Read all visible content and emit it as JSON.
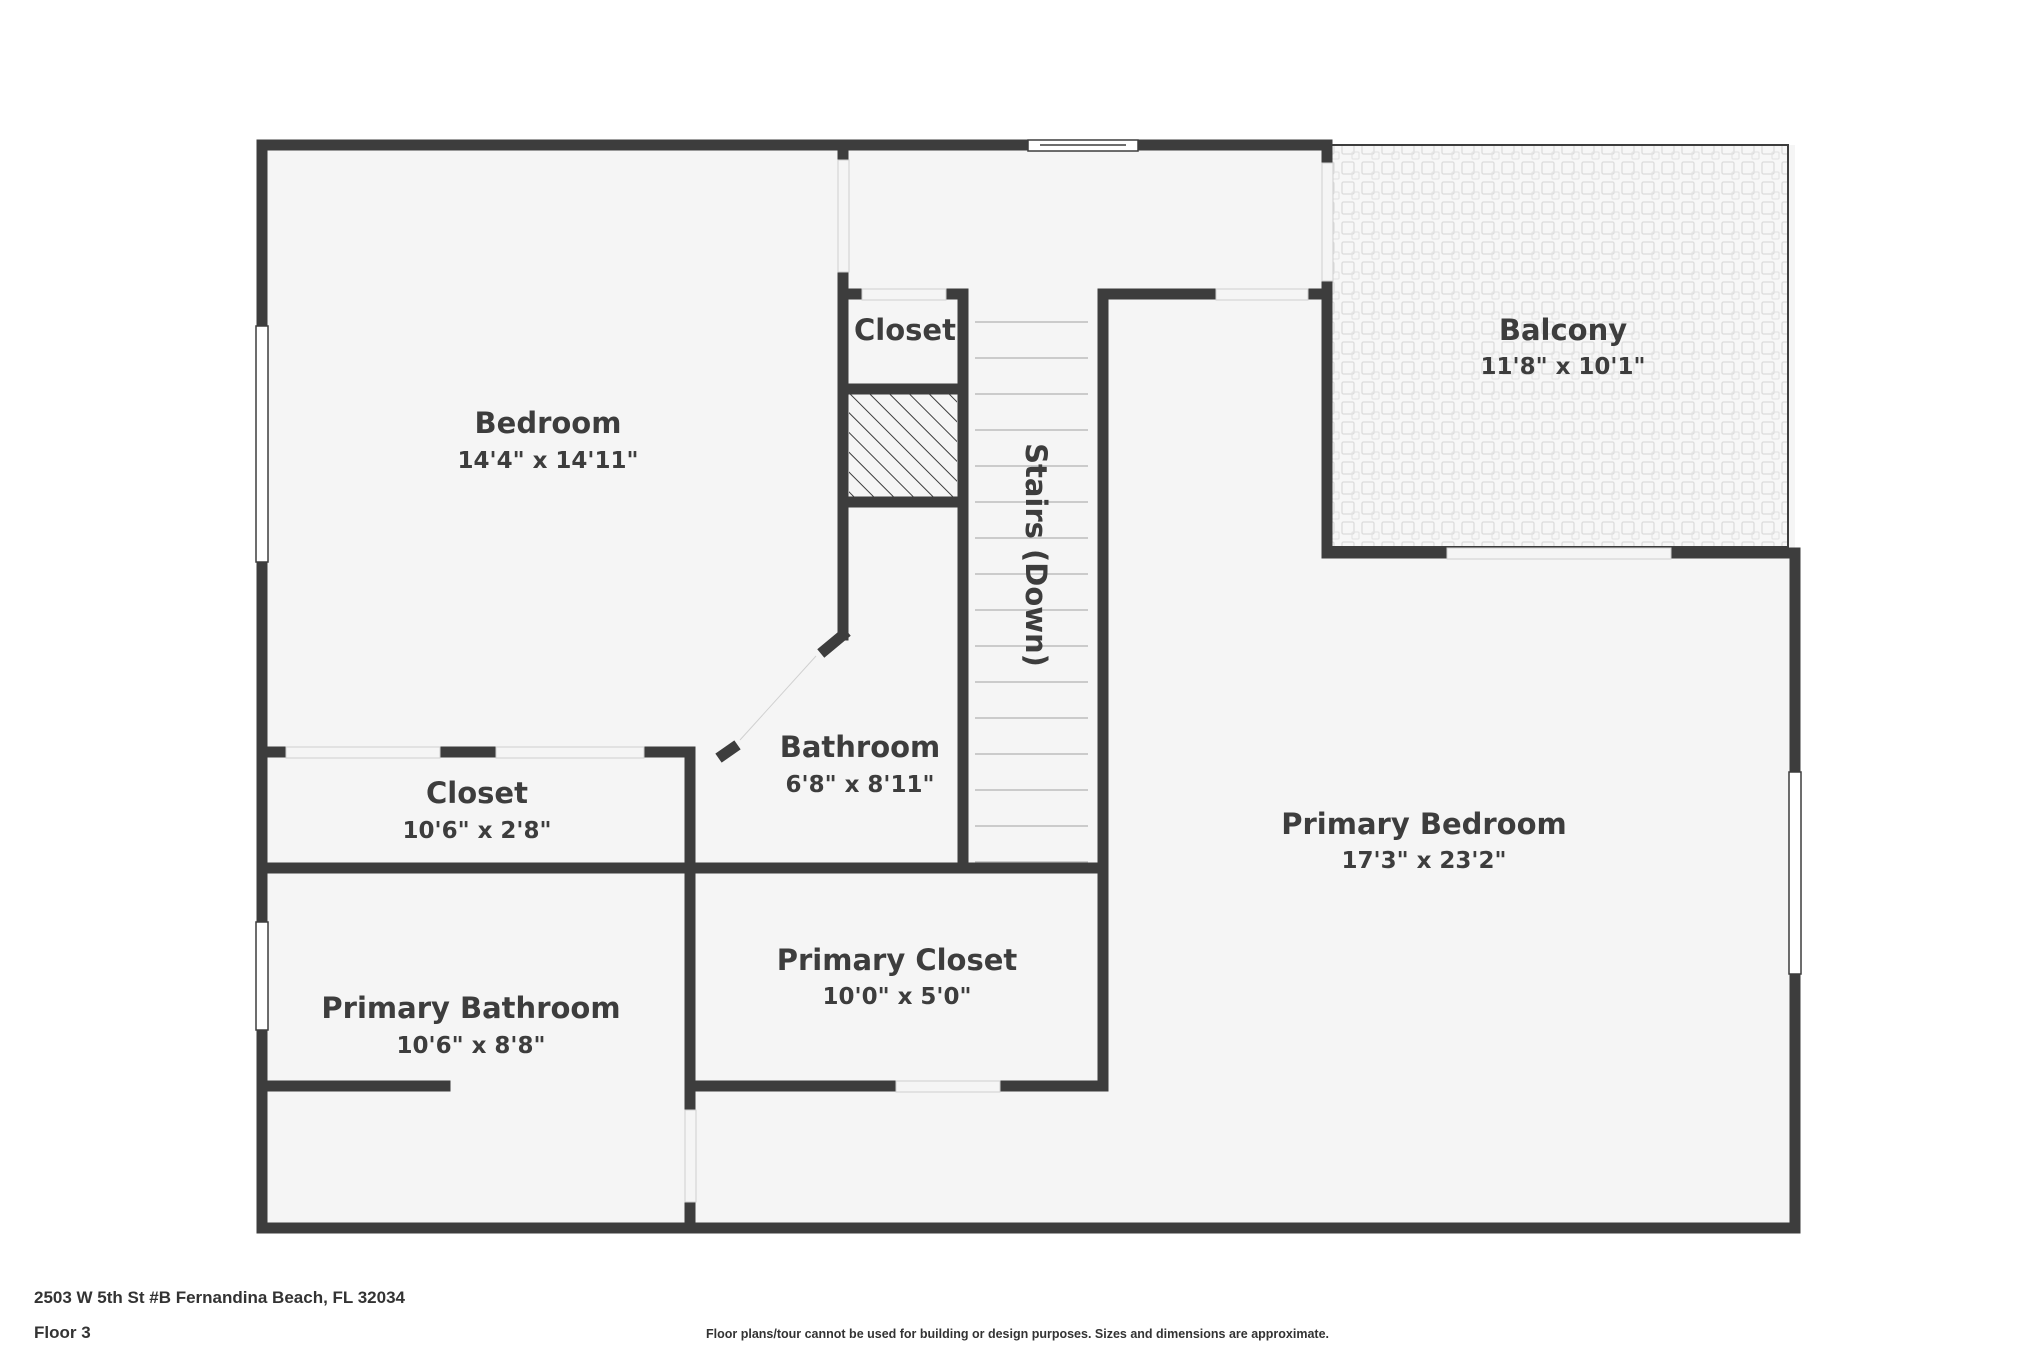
{
  "rooms": {
    "bedroom": {
      "name": "Bedroom",
      "dims": "14'4\" x 14'11\""
    },
    "closet_small": {
      "name": "Closet"
    },
    "stairs": {
      "name": "Stairs (Down)"
    },
    "balcony": {
      "name": "Balcony",
      "dims": "11'8\" x 10'1\""
    },
    "bathroom": {
      "name": "Bathroom",
      "dims": "6'8\" x 8'11\""
    },
    "closet_long": {
      "name": "Closet",
      "dims": "10'6\" x 2'8\""
    },
    "primary_bedroom": {
      "name": "Primary Bedroom",
      "dims": "17'3\" x 23'2\""
    },
    "primary_closet": {
      "name": "Primary Closet",
      "dims": "10'0\" x 5'0\""
    },
    "primary_bathroom": {
      "name": "Primary Bathroom",
      "dims": "10'6\" x 8'8\""
    }
  },
  "footer": {
    "address": "2503 W 5th St #B Fernandina Beach, FL 32034",
    "floor": "Floor 3",
    "disclaimer": "Floor plans/tour cannot be used for building or design purposes. Sizes and dimensions are approximate."
  },
  "colors": {
    "wall": "#3d3d3d",
    "floor": "#f5f5f5",
    "text": "#3d3d3d",
    "balcony_tile": "#e4e4e4"
  }
}
